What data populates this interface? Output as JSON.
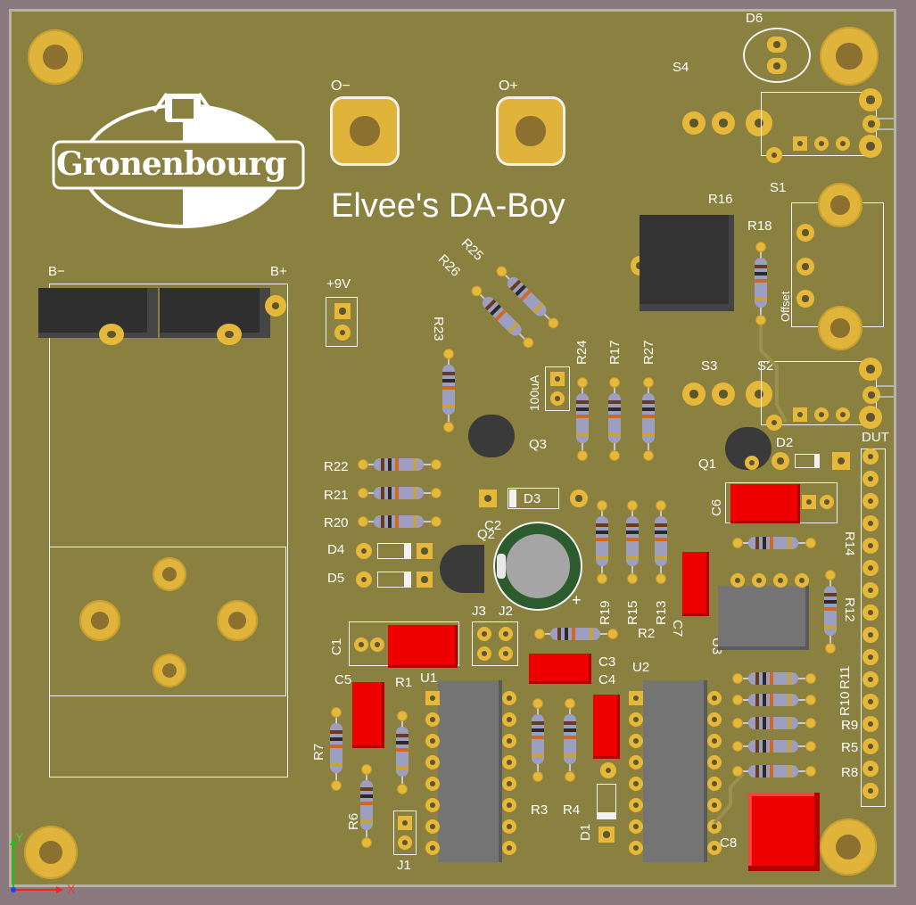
{
  "board": {
    "silk_title": "Elvee's DA-Boy",
    "logo_text": "Gronenbourg"
  },
  "colors": {
    "board": "#8a8040",
    "pad": "#e5b83a",
    "cap": "#ee0000",
    "ic": "#747474",
    "background": "#8a7a7f"
  },
  "labels": {
    "o_minus": "O−",
    "o_plus": "O+",
    "b_minus": "B−",
    "b_plus": "B+",
    "nine_v": "+9V",
    "d6": "D6",
    "s4": "S4",
    "s1": "S1",
    "s2": "S2",
    "s3": "S3",
    "offset": "Offset",
    "r16": "R16",
    "r18": "R18",
    "r23": "R23",
    "r25": "R25",
    "r26": "R26",
    "ua100": "100uA",
    "r24": "R24",
    "r17": "R17",
    "r27": "R27",
    "q3": "Q3",
    "q1": "Q1",
    "d2": "D2",
    "dut": "DUT",
    "r22": "R22",
    "r21": "R21",
    "r20": "R20",
    "d3": "D3",
    "c2": "C2",
    "q2": "Q2",
    "d4": "D4",
    "d5": "D5",
    "c6": "C6",
    "r14": "R14",
    "r19": "R19",
    "r15": "R15",
    "r13": "R13",
    "c7": "C7",
    "u3": "U3",
    "r12": "R12",
    "r2": "R2",
    "j3": "J3",
    "j2": "J2",
    "c1": "C1",
    "c3": "C3",
    "c4": "C4",
    "u2": "U2",
    "u1": "U1",
    "c5": "C5",
    "r1": "R1",
    "r7": "R7",
    "r6": "R6",
    "r3": "R3",
    "r4": "R4",
    "d1": "D1",
    "j1": "J1",
    "r10": "R10",
    "r11": "R11",
    "r9": "R9",
    "r5": "R5",
    "r8": "R8",
    "c8": "C8",
    "plus": "+"
  },
  "axes": {
    "x": "X",
    "y": "Y"
  }
}
